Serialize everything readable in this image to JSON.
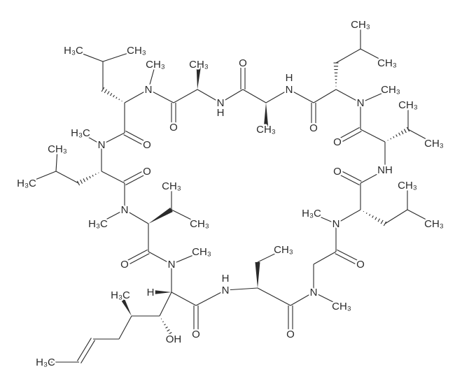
{
  "diagram": {
    "type": "skeletal chemical structure",
    "line_color": "#2a2a2a",
    "background": "#ffffff",
    "labels": {
      "methyl": "CH₃",
      "methyl_left": "H₃C",
      "nitrogen": "N",
      "amide_nh": "NH",
      "oxygen": "O",
      "hydroxyl": "OH",
      "hydrogen": "H"
    }
  }
}
